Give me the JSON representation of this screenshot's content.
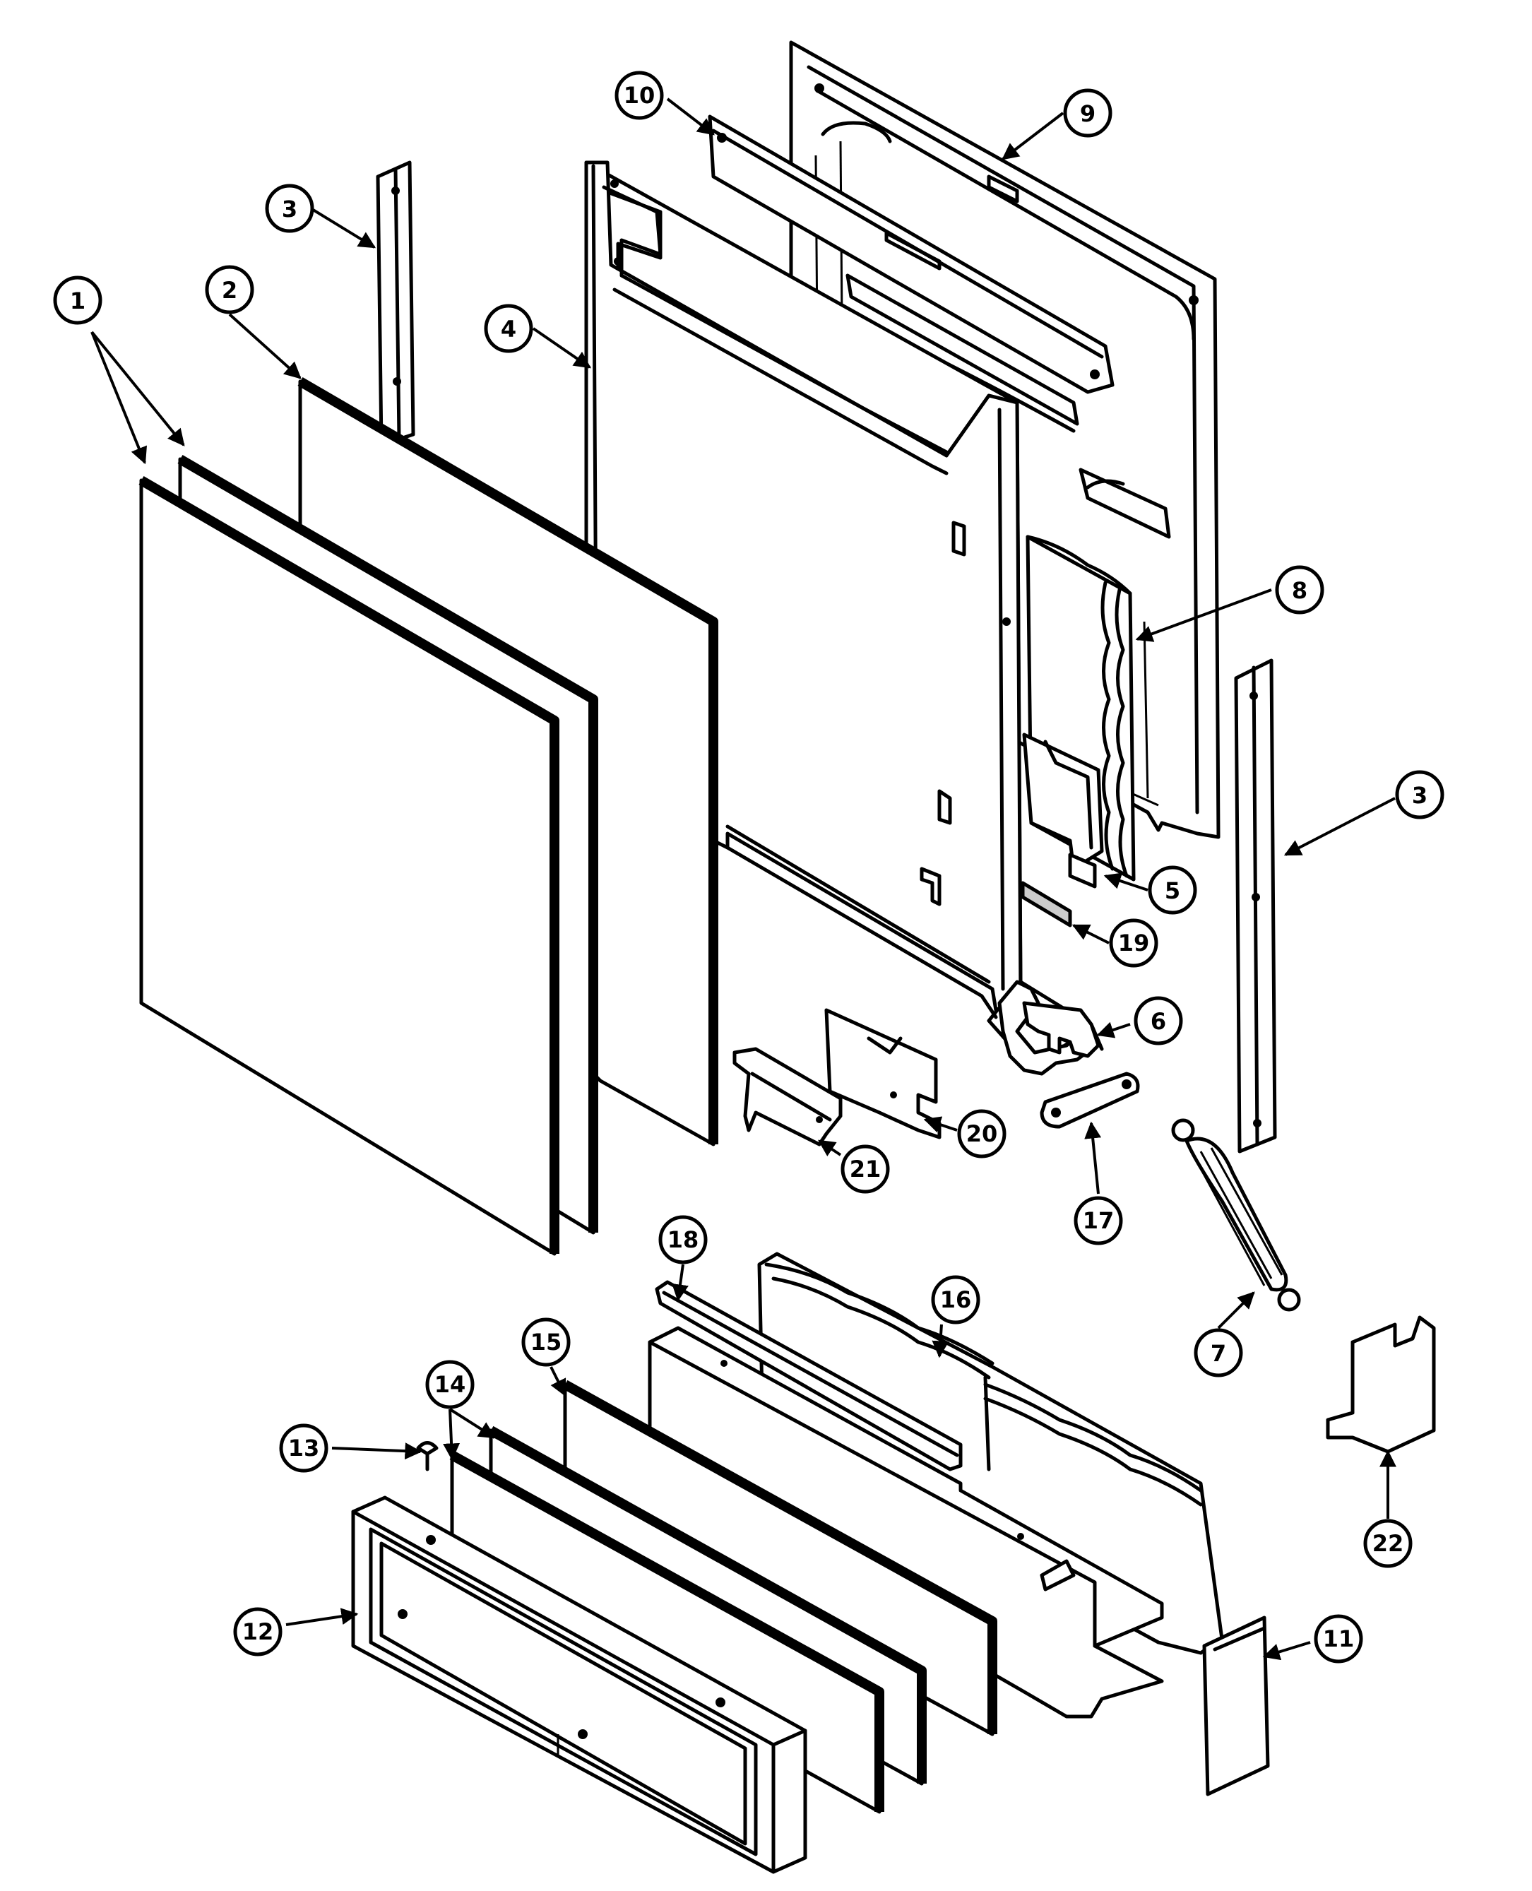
{
  "callouts": [
    {
      "id": "c1",
      "label": "1"
    },
    {
      "id": "c2",
      "label": "2"
    },
    {
      "id": "c3a",
      "label": "3"
    },
    {
      "id": "c3b",
      "label": "3"
    },
    {
      "id": "c4",
      "label": "4"
    },
    {
      "id": "c5",
      "label": "5"
    },
    {
      "id": "c6",
      "label": "6"
    },
    {
      "id": "c7",
      "label": "7"
    },
    {
      "id": "c8",
      "label": "8"
    },
    {
      "id": "c9",
      "label": "9"
    },
    {
      "id": "c10",
      "label": "10"
    },
    {
      "id": "c11",
      "label": "11"
    },
    {
      "id": "c12",
      "label": "12"
    },
    {
      "id": "c13",
      "label": "13"
    },
    {
      "id": "c14",
      "label": "14"
    },
    {
      "id": "c15",
      "label": "15"
    },
    {
      "id": "c16",
      "label": "16"
    },
    {
      "id": "c17",
      "label": "17"
    },
    {
      "id": "c18",
      "label": "18"
    },
    {
      "id": "c19",
      "label": "19"
    },
    {
      "id": "c20",
      "label": "20"
    },
    {
      "id": "c21",
      "label": "21"
    },
    {
      "id": "c22",
      "label": "22"
    }
  ]
}
